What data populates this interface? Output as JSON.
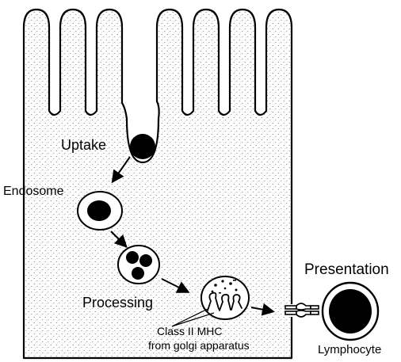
{
  "labels": {
    "uptake": "Uptake",
    "endosome": "Endosome",
    "processing": "Processing",
    "class_ii_mhc": "Class II MHC",
    "from_golgi": "from golgi apparatus",
    "presentation": "Presentation",
    "lymphocyte": "Lymphocyte"
  },
  "colors": {
    "ink": "#000000",
    "stipple": "#555555",
    "background": "#ffffff"
  }
}
